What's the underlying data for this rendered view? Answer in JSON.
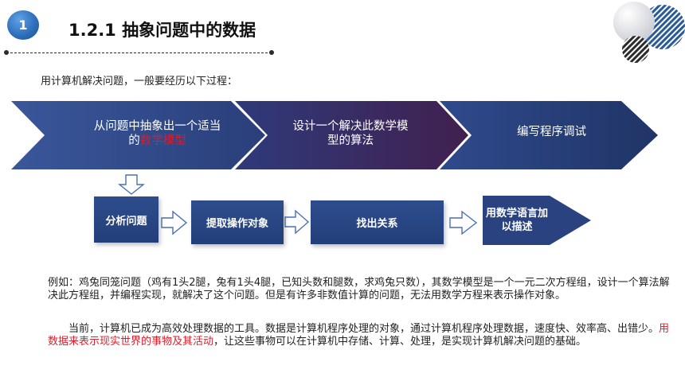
{
  "header": {
    "section_number": "1",
    "title": "1.2.1 抽象问题中的数据"
  },
  "intro": "用计算机解决问题，一般要经历以下过程：",
  "process_steps": [
    {
      "line1": "从问题中抽象出一个适当",
      "line2_prefix": "的",
      "line2_highlight": "数学模型"
    },
    {
      "line1": "设计一个解决此数学模",
      "line2": "型的算法"
    },
    {
      "line1": "编写程序调试"
    }
  ],
  "analysis_steps": [
    "分析问题",
    "提取操作对象",
    "找出关系",
    "用数学语言加以描述"
  ],
  "example_paragraph": "例如：鸡兔同笼问题（鸡有1头2腿，兔有1头4腿，已知头数和腿数，求鸡兔只数），其数学模型是一个一元二次方程组，设计一个算法解决此方程组，并编程实现，就解决了这个问题。但是有许多非数值计算的问题，无法用数学方程来表示操作对象。",
  "current_paragraph": {
    "part1": "当前，计算机已成为高效处理数据的工具。数据是计算机程序处理的对象，通过计算机程序处理数据，速度快、效率高、出错少。",
    "highlight": "用数据来表示现实世界的事物及其活动",
    "part2": "，让这些事物可以在计算机中存储、计算、处理，是实现计算机解决问题的基础。"
  },
  "colors": {
    "badge_blue": "#2f6fbd",
    "arrow_navy": "#2b3f78",
    "arrow_purple": "#3b1f4f",
    "box_navy": "#2e4d8d",
    "highlight_red": "#e11b2a"
  }
}
